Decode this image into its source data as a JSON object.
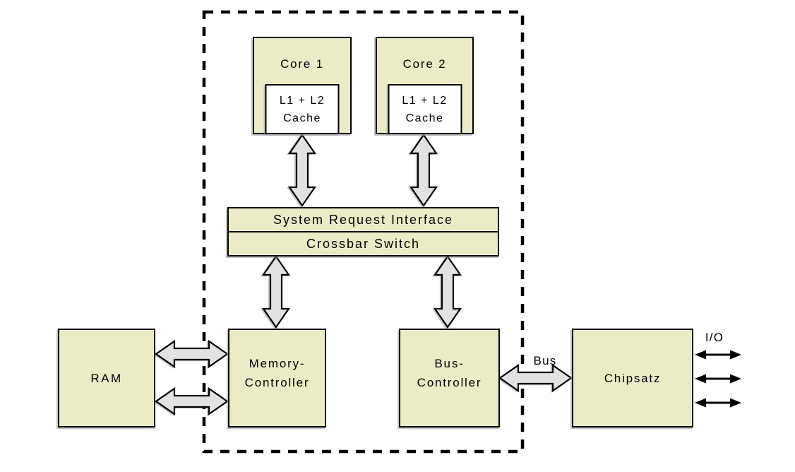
{
  "colors": {
    "box_fill": "#ebecc6",
    "cache_fill": "#ffffff",
    "arrow_fill": "#e2e2e2",
    "line": "#000000",
    "background": "#ffffff"
  },
  "cpu": {
    "cores": [
      {
        "title": "Core 1",
        "cache_line1": "L1 + L2",
        "cache_line2": "Cache"
      },
      {
        "title": "Core 2",
        "cache_line1": "L1 + L2",
        "cache_line2": "Cache"
      }
    ],
    "system_request_interface": "System Request Interface",
    "crossbar_switch": "Crossbar Switch",
    "memory_controller": {
      "line1": "Memory-",
      "line2": "Controller"
    },
    "bus_controller": {
      "line1": "Bus-",
      "line2": "Controller"
    }
  },
  "external": {
    "ram": "RAM",
    "chipset": "Chipsatz"
  },
  "labels": {
    "bus": "Bus",
    "io": "I/O"
  }
}
